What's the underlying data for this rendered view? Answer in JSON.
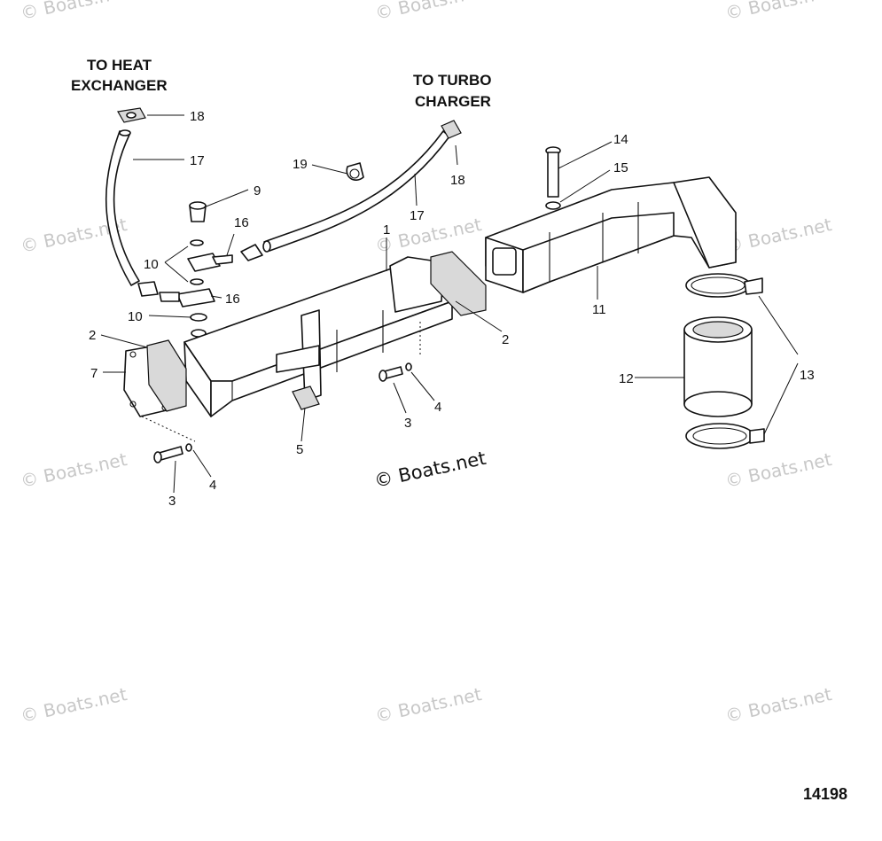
{
  "labels": {
    "heat_exchanger_line1": "TO HEAT",
    "heat_exchanger_line2": "EXCHANGER",
    "turbo_line1": "TO TURBO",
    "turbo_line2": "CHARGER"
  },
  "watermark": {
    "text": "© Boats.net",
    "center_text": "© Boats.net"
  },
  "figure_number": "14198",
  "callouts": {
    "c1": "1",
    "c2a": "2",
    "c2b": "2",
    "c3a": "3",
    "c3b": "3",
    "c4a": "4",
    "c4b": "4",
    "c5": "5",
    "c7": "7",
    "c9": "9",
    "c10a": "10",
    "c10b": "10",
    "c11": "11",
    "c12": "12",
    "c13": "13",
    "c14": "14",
    "c15": "15",
    "c16a": "16",
    "c16b": "16",
    "c17a": "17",
    "c17b": "17",
    "c18a": "18",
    "c18b": "18",
    "c19": "19"
  }
}
